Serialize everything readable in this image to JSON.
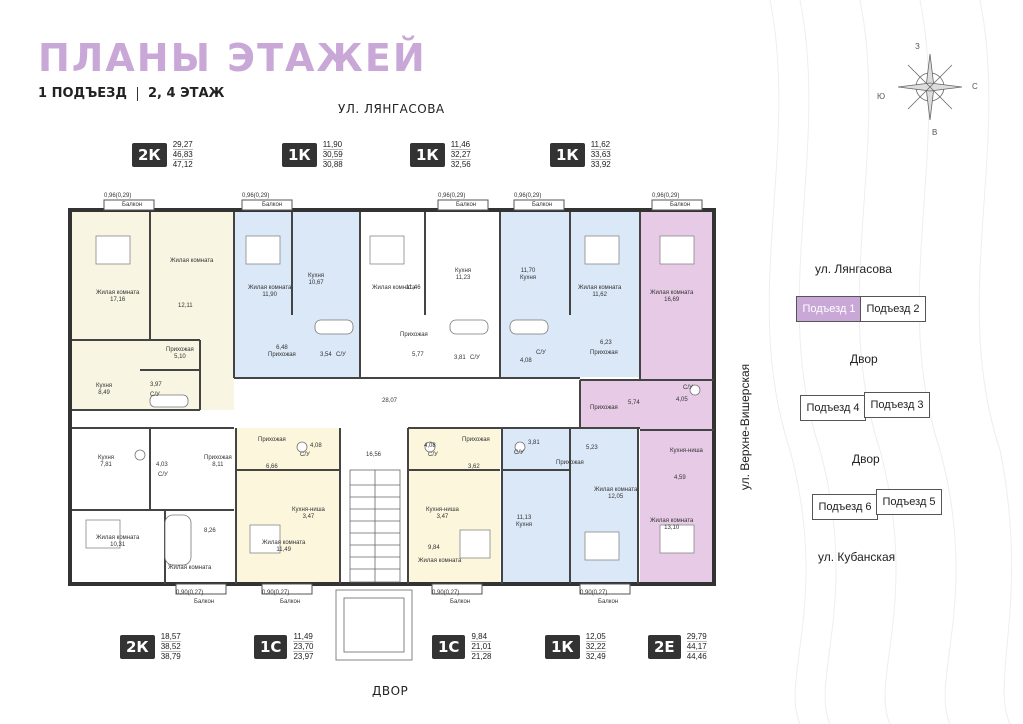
{
  "header": {
    "title": "ПЛАНЫ ЭТАЖЕЙ",
    "entrance": "1 ПОДЪЕЗД",
    "floors": "2, 4 ЭТАЖ"
  },
  "streets": {
    "top": "УЛ. ЛЯНГАСОВА",
    "bottom": "ДВОР"
  },
  "compass": {
    "n": "З",
    "e": "С",
    "s": "В",
    "w": "Ю"
  },
  "top_units": [
    {
      "type": "2К",
      "a1": "29,27",
      "a2": "46,83",
      "a3": "47,12"
    },
    {
      "type": "1К",
      "a1": "11,90",
      "a2": "30,59",
      "a3": "30,88"
    },
    {
      "type": "1К",
      "a1": "11,46",
      "a2": "32,27",
      "a3": "32,56"
    },
    {
      "type": "1К",
      "a1": "11,62",
      "a2": "33,63",
      "a3": "33,92"
    }
  ],
  "bottom_units": [
    {
      "type": "2К",
      "a1": "18,57",
      "a2": "38,52",
      "a3": "38,79"
    },
    {
      "type": "1С",
      "a1": "11,49",
      "a2": "23,70",
      "a3": "23,97"
    },
    {
      "type": "1С",
      "a1": "9,84",
      "a2": "21,01",
      "a3": "21,28"
    },
    {
      "type": "1К",
      "a1": "12,05",
      "a2": "32,22",
      "a3": "32,49"
    },
    {
      "type": "2Е",
      "a1": "29,79",
      "a2": "44,17",
      "a3": "44,46"
    }
  ],
  "balconies": {
    "top": "0,96(0,29)",
    "bottom": "0,90(0,27)",
    "label": "Балкон"
  },
  "rooms": {
    "living": "Жилая комната",
    "living_short": "Жилая комната",
    "kitchen": "Кухня",
    "kitchen_niche": "Кухня-ниша",
    "hall": "Прихожая",
    "bath": "С/У"
  },
  "room_values": {
    "r1": "17,16",
    "r2": "12,11",
    "r3": "5,10",
    "r4": "8,49",
    "r5": "3,97",
    "r6": "11,90",
    "r7": "10,67",
    "r8": "6,48",
    "r9": "3,54",
    "r10": "11,46",
    "r11": "11,23",
    "r12": "5,77",
    "r13": "3,81",
    "r14": "11,70",
    "r15": "11,62",
    "r16": "6,23",
    "r17": "4,08",
    "r18": "16,69",
    "r19": "5,74",
    "r20": "4,05",
    "r21": "4,59",
    "r22": "13,10",
    "r23": "28,07",
    "r24": "16,56",
    "r25": "7,81",
    "r26": "4,03",
    "r27": "8,11",
    "r28": "10,31",
    "r29": "8,26",
    "r30": "4,08",
    "r31": "6,66",
    "r32": "3,47",
    "r33": "11,49",
    "r34": "4,08",
    "r35": "3,62",
    "r36": "3,47",
    "r37": "9,84",
    "r38": "3,81",
    "r39": "5,23",
    "r40": "11,13",
    "r41": "12,05"
  },
  "site_map": {
    "street_top": "ул. Лянгасова",
    "street_left": "ул. Верхне-Вишерская",
    "street_bottom": "ул. Кубанская",
    "yard1": "Двор",
    "yard2": "Двор",
    "e1": "Подъезд 1",
    "e2": "Подъезд 2",
    "e3": "Подъезд 3",
    "e4": "Подъезд 4",
    "e5": "Подъезд 5",
    "e6": "Подъезд 6"
  },
  "colors": {
    "accent": "#c9a8d8",
    "highlight": "#e7cbe6",
    "blue": "#dbe8f7",
    "yellow": "#fbf6dc",
    "cream": "#f8f5e3"
  }
}
